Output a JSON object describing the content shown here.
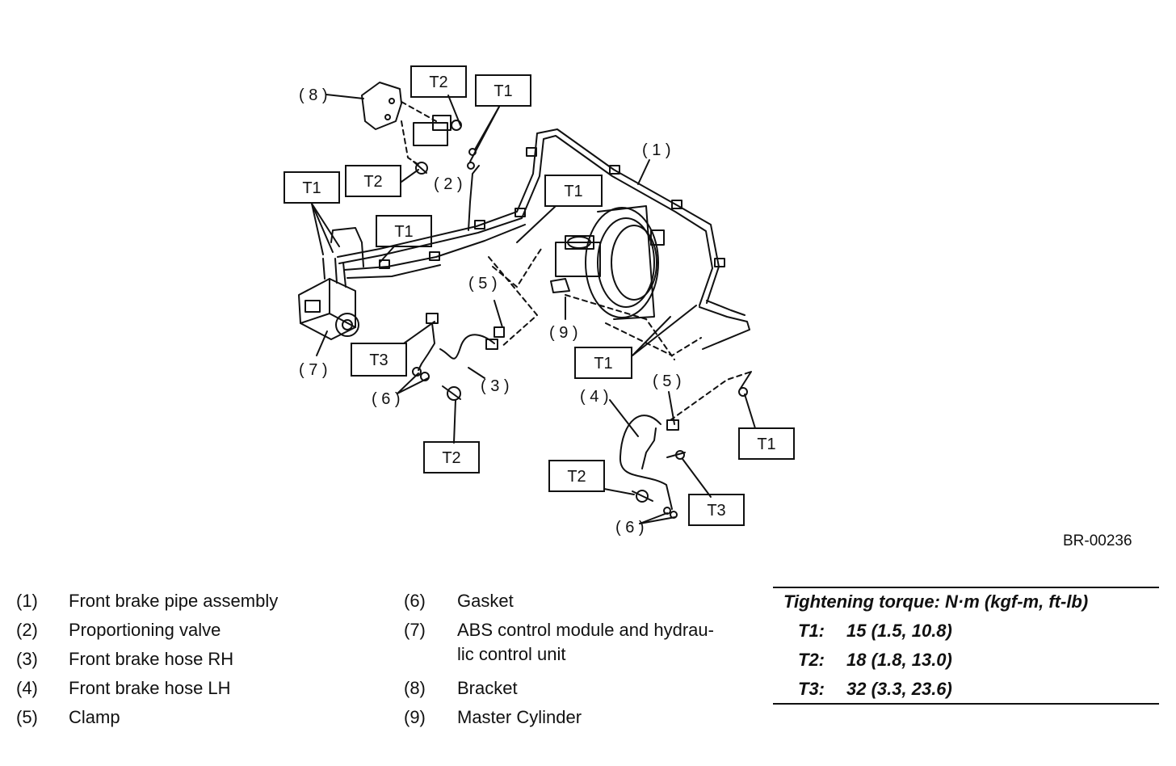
{
  "callouts": {
    "n1": "( 1 )",
    "n2": "( 2 )",
    "n3": "( 3 )",
    "n4": "( 4 )",
    "n5a": "( 5 )",
    "n5b": "( 5 )",
    "n6a": "( 6 )",
    "n6b": "( 6 )",
    "n7": "( 7 )",
    "n8": "( 8 )",
    "n9": "( 9 )"
  },
  "torque_tags": {
    "t2_top": "T2",
    "t1_top": "T1",
    "t1_left": "T1",
    "t2_mid": "T2",
    "t1_upper_mid": "T1",
    "t1_mid": "T1",
    "t3_left": "T3",
    "t1_right": "T1",
    "t2_bottom_left": "T2",
    "t1_far_right": "T1",
    "t2_bottom_mid": "T2",
    "t3_bottom": "T3"
  },
  "figure_id": "BR-00236",
  "legend": [
    {
      "num": "(1)",
      "text": "Front brake pipe assembly"
    },
    {
      "num": "(2)",
      "text": "Proportioning valve"
    },
    {
      "num": "(3)",
      "text": "Front brake hose RH"
    },
    {
      "num": "(4)",
      "text": "Front brake hose LH"
    },
    {
      "num": "(5)",
      "text": "Clamp"
    },
    {
      "num": "(6)",
      "text": "Gasket"
    },
    {
      "num": "(7)",
      "text": "ABS control module and hydrau-"
    },
    {
      "num": "",
      "text": "lic control unit"
    },
    {
      "num": "(8)",
      "text": "Bracket"
    },
    {
      "num": "(9)",
      "text": "Master Cylinder"
    }
  ],
  "torque_table": {
    "heading": "Tightening torque: N·m (kgf-m, ft-lb)",
    "rows": [
      {
        "key": "T1:",
        "value": "15 (1.5, 10.8)"
      },
      {
        "key": "T2:",
        "value": "18 (1.8, 13.0)"
      },
      {
        "key": "T3:",
        "value": "32 (3.3, 23.6)"
      }
    ]
  }
}
